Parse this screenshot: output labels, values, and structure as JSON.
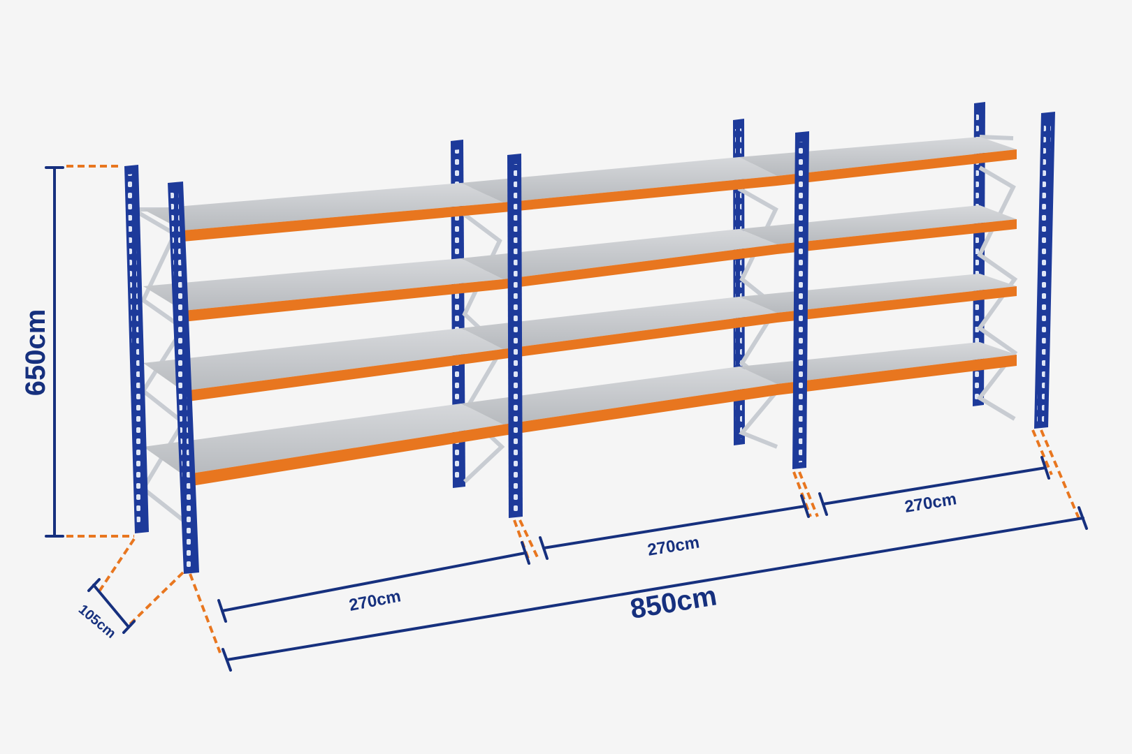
{
  "diagram": {
    "subject": "warehouse-shelving-rack",
    "bays": 3,
    "levels_per_bay": 4,
    "colors": {
      "upright": "#1d3a9a",
      "upright_dark": "#14286e",
      "beam": "#e8761f",
      "beam_dark": "#b85612",
      "deck": "#c9cbce",
      "deck_shade": "#aeb1b5",
      "brace": "#c8ccd2",
      "dimension_line": "#16307e",
      "extension_line": "#e8761f",
      "background": "#f5f5f5"
    }
  },
  "dimensions": {
    "height": "650cm",
    "depth": "105cm",
    "bay_1_width": "270cm",
    "bay_2_width": "270cm",
    "bay_3_width": "270cm",
    "total_length": "850cm"
  }
}
